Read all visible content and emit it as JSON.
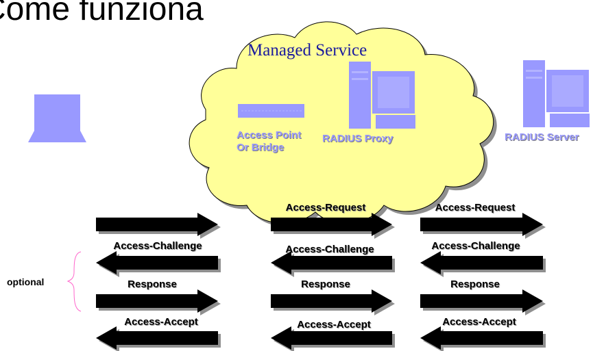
{
  "slide": {
    "title": "Come funziona"
  },
  "cloud": {
    "title": "Managed Service"
  },
  "devices": {
    "access_point": {
      "line1": "Access Point",
      "line2": "Or Bridge"
    },
    "radius_proxy": {
      "label": "RADIUS Proxy"
    },
    "radius_server": {
      "label": "RADIUS Server"
    }
  },
  "optional_label": "optional",
  "columns": [
    {
      "messages": [
        {
          "label": "",
          "direction": "right"
        },
        {
          "label": "Access-Challenge",
          "direction": "left"
        },
        {
          "label": "Response",
          "direction": "right"
        },
        {
          "label": "Access-Accept",
          "direction": "left"
        }
      ]
    },
    {
      "messages": [
        {
          "label": "Access-Request",
          "direction": "right"
        },
        {
          "label": "Access-Challenge",
          "direction": "left"
        },
        {
          "label": "Response",
          "direction": "right"
        },
        {
          "label": "Access-Accept",
          "direction": "left"
        }
      ]
    },
    {
      "messages": [
        {
          "label": "Access-Request",
          "direction": "right"
        },
        {
          "label": "Access-Challenge",
          "direction": "left"
        },
        {
          "label": "Response",
          "direction": "right"
        },
        {
          "label": "Access-Accept",
          "direction": "left"
        }
      ]
    }
  ],
  "colors": {
    "cloud_fill": "#ffff99",
    "device_fill": "#9999ff",
    "arrow_fill": "#000000",
    "brace": "#ff66cc"
  }
}
